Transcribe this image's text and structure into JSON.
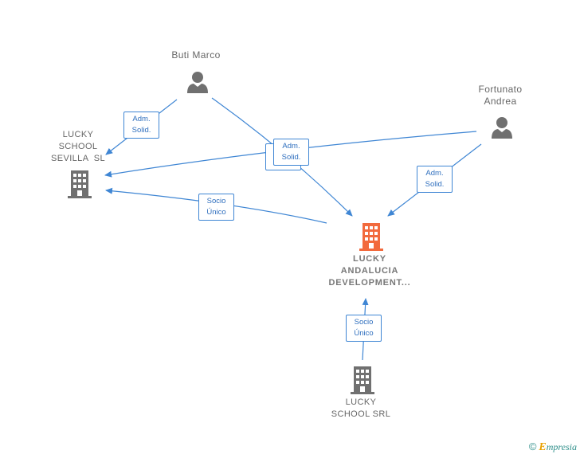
{
  "nodes": {
    "buti_marco": "Buti Marco",
    "fortunato_andrea": [
      "Fortunato",
      "Andrea"
    ],
    "lucky_school_sevilla": [
      "LUCKY",
      "SCHOOL",
      "SEVILLA  SL"
    ],
    "lucky_andalucia": [
      "LUCKY",
      "ANDALUCIA",
      "DEVELOPMENT..."
    ],
    "lucky_school_srl": [
      "LUCKY",
      "SCHOOL SRL"
    ]
  },
  "edges": {
    "adm_solid": [
      "Adm.",
      "Solid."
    ],
    "socio_unico": [
      "Socio",
      "Único"
    ]
  },
  "colors": {
    "edge": "#3f86d4",
    "company": "#707070",
    "focus_company": "#f26a3d",
    "person": "#707070"
  },
  "footer": {
    "copyright_symbol": "©",
    "brand_initial": "E",
    "brand_rest": "mpresia"
  }
}
